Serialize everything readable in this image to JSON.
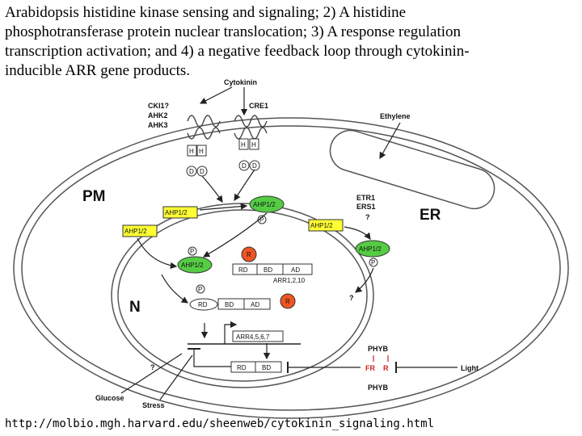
{
  "caption": {
    "line1": "Arabidopsis histidine kinase sensing and signaling; 2) A histidine",
    "line2": "phosphotransferase protein nuclear translocation; 3) A response regulation",
    "line3": "transcription activation; and 4) a negative feedback loop through cytokinin-",
    "line4": "inducible ARR gene products."
  },
  "diagram": {
    "cytokinin": "Cytokinin",
    "receptors": [
      "CKI1?",
      "AHK2",
      "AHK3"
    ],
    "cre1": "CRE1",
    "ethylene": "Ethylene",
    "pm": "PM",
    "er": "ER",
    "n": "N",
    "etr1": "ETR1",
    "ers1": "ERS1",
    "q": "?",
    "ahp": "AHP1/2",
    "h": "H",
    "d": "D",
    "p": "P",
    "r": "R",
    "rd": "RD",
    "bd": "BD",
    "ad": "AD",
    "arr_a": "ARR1,2,10",
    "arr_b": "ARR4,5,6,7",
    "phyb": "PHYB",
    "fr": "FR",
    "light": "Light",
    "glucose": "Glucose",
    "stress": "Stress"
  },
  "colors": {
    "ahp_yellow": "#ffff33",
    "ahp_green": "#55cc44",
    "r_orange": "#ee5522",
    "fr_red": "#cc2222"
  },
  "footer": {
    "url": "http://molbio.mgh.harvard.edu/sheenweb/cytokinin_signaling.html"
  }
}
